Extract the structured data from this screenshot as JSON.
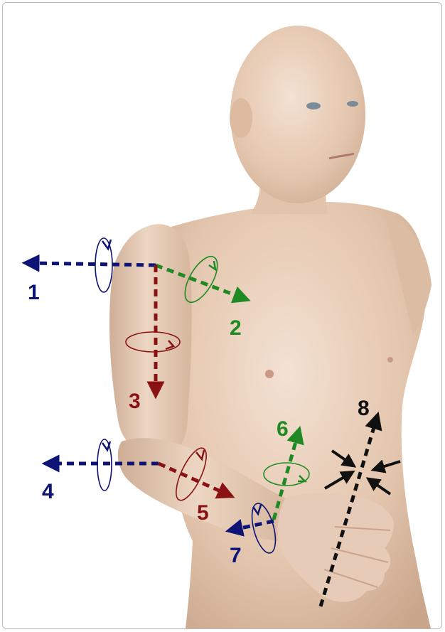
{
  "colors": {
    "navy": "#0d1475",
    "darkred": "#8a1212",
    "green": "#1f8a24",
    "black": "#111111",
    "skin": "#e8cdb6",
    "skin_shade": "#c8a58b"
  },
  "labels": [
    {
      "id": "dof-1",
      "text": "1",
      "color": "navy"
    },
    {
      "id": "dof-2",
      "text": "2",
      "color": "green"
    },
    {
      "id": "dof-3",
      "text": "3",
      "color": "darkred"
    },
    {
      "id": "dof-4",
      "text": "4",
      "color": "navy"
    },
    {
      "id": "dof-5",
      "text": "5",
      "color": "darkred"
    },
    {
      "id": "dof-6",
      "text": "6",
      "color": "green"
    },
    {
      "id": "dof-7",
      "text": "7",
      "color": "navy"
    },
    {
      "id": "dof-8",
      "text": "8",
      "color": "black"
    }
  ]
}
